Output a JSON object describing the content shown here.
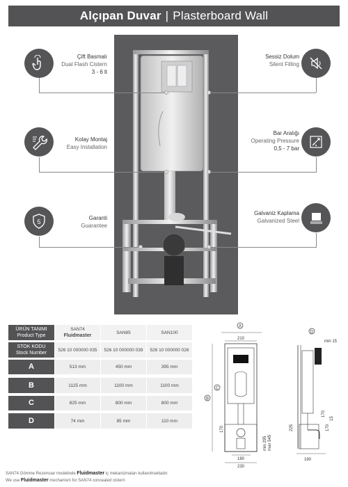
{
  "header": {
    "title_tr": "Alçıpan Duvar",
    "separator": "|",
    "title_en": "Plasterboard Wall"
  },
  "features_left": [
    {
      "icon": "touch-hand-icon",
      "tr": "Çift Basmalı",
      "en": "Dual Flash Cistern",
      "value": "3 - 6 lt"
    },
    {
      "icon": "wrench-icon",
      "tr": "Kolay Montaj",
      "en": "Easy Installation",
      "value": ""
    },
    {
      "icon": "shield-five-icon",
      "tr": "Garanti",
      "en": "Guarantee",
      "value": ""
    }
  ],
  "features_right": [
    {
      "icon": "silent-filling-icon",
      "tr": "Sessiz Dolum",
      "en": "Silent Filling",
      "value": ""
    },
    {
      "icon": "pressure-gauge-icon",
      "tr": "Bar Aralığı",
      "en": "Operating Pressure",
      "value": "0,5 - 7 bar"
    },
    {
      "icon": "galvanized-steel-icon",
      "tr": "Galvaniz Kaplama",
      "en": "Galvanized Steel",
      "value": ""
    }
  ],
  "table": {
    "header_row": {
      "label_tr": "ÜRÜN TANIMI",
      "label_en": "Product Type",
      "cols": [
        {
          "name": "SAN74",
          "brand": "Fluidmaster"
        },
        {
          "name": "SAN85",
          "brand": ""
        },
        {
          "name": "SAN100",
          "brand": ""
        }
      ]
    },
    "code_row": {
      "label_tr": "STOK KODU",
      "label_en": "Stock Number",
      "values": [
        "526 10 000000 035",
        "526 10 000000 039",
        "526 10 000000 026"
      ]
    },
    "dims": [
      {
        "label": "A",
        "values": [
          "513 mm",
          "450 mm",
          "395 mm"
        ]
      },
      {
        "label": "B",
        "values": [
          "1125 mm",
          "1100 mm",
          "1100 mm"
        ]
      },
      {
        "label": "C",
        "values": [
          "825 mm",
          "800 mm",
          "800 mm"
        ]
      },
      {
        "label": "D",
        "values": [
          "74 mm",
          "85 mm",
          "110 mm"
        ]
      }
    ]
  },
  "footnote": {
    "line1_pre": "SAN74 Gömme Rezervuar modelinde",
    "line1_brand": "Fluidmaster",
    "line1_post": "iç mekanizmaları kullanılmaktadır.",
    "line2_pre": "We use",
    "line2_brand": "Fluidmaster",
    "line2_post": "mechanism for SAN74 concealed cistern"
  },
  "drawing": {
    "front": {
      "label_a": "A",
      "label_b": "B",
      "label_c": "C",
      "top_width": "210",
      "bottom_width_1": "180",
      "bottom_width_2": "230",
      "side_1": "min 295",
      "side_2": "max 545",
      "side_3": "170"
    },
    "side": {
      "label_d": "D",
      "min": "min 15",
      "width": "190",
      "dim_1": "225",
      "dim_2": "170",
      "dim_3": "170",
      "dim_4": "15"
    }
  }
}
